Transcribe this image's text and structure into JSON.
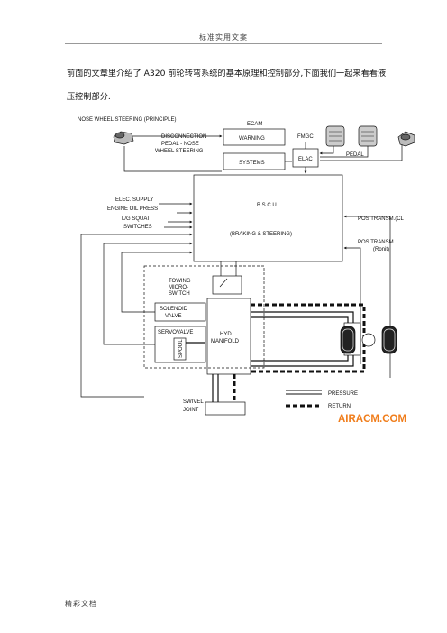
{
  "header": {
    "title": "标准实用文案"
  },
  "intro": {
    "text": "前面的文章里介绍了 A320 前轮转弯系统的基本原理和控制部分,下面我们一起来看看液压控制部分."
  },
  "diagram": {
    "title": "NOSE WHEEL STEERING (PRINCIPLE)",
    "ecam": "ECAM",
    "warning": "WARNING",
    "systems": "SYSTEMS",
    "disconnection_1": "DISCONNECTION",
    "disconnection_2": "PEDAL - NOSE",
    "disconnection_3": "WHEEL STEERING",
    "fmgc": "FMGC",
    "elac": "ELAC",
    "pedal": "PEDAL",
    "elec_supply": "ELEC. SUPPLY",
    "engine_oil": "ENGINE OIL PRESS",
    "lg_squat": "L/G SQUAT",
    "switches": "SWITCHES",
    "bscu_1": "B.S.C.U",
    "bscu_2": "(BRAKING & STEERING)",
    "pos_transm_cl": "POS TRANSM.(CL",
    "pos_transm_2": "POS TRANSM.",
    "pos_transm_2b": "(Ronit)",
    "towing_1": "TOWING",
    "towing_2": "MICRO-",
    "towing_3": "SWITCH",
    "solenoid_1": "SOLENOID",
    "solenoid_2": "VALVE",
    "servovalve": "SERVOVALVE",
    "spool": "SPOOL",
    "hyd_1": "HYD",
    "hyd_2": "MANIFOLD",
    "swivel_1": "SWIVEL",
    "swivel_2": "JOINT",
    "pressure": "PRESSURE",
    "return": "RETURN",
    "brand": "AIRACM.COM"
  },
  "footer": {
    "label": "精彩文档"
  }
}
